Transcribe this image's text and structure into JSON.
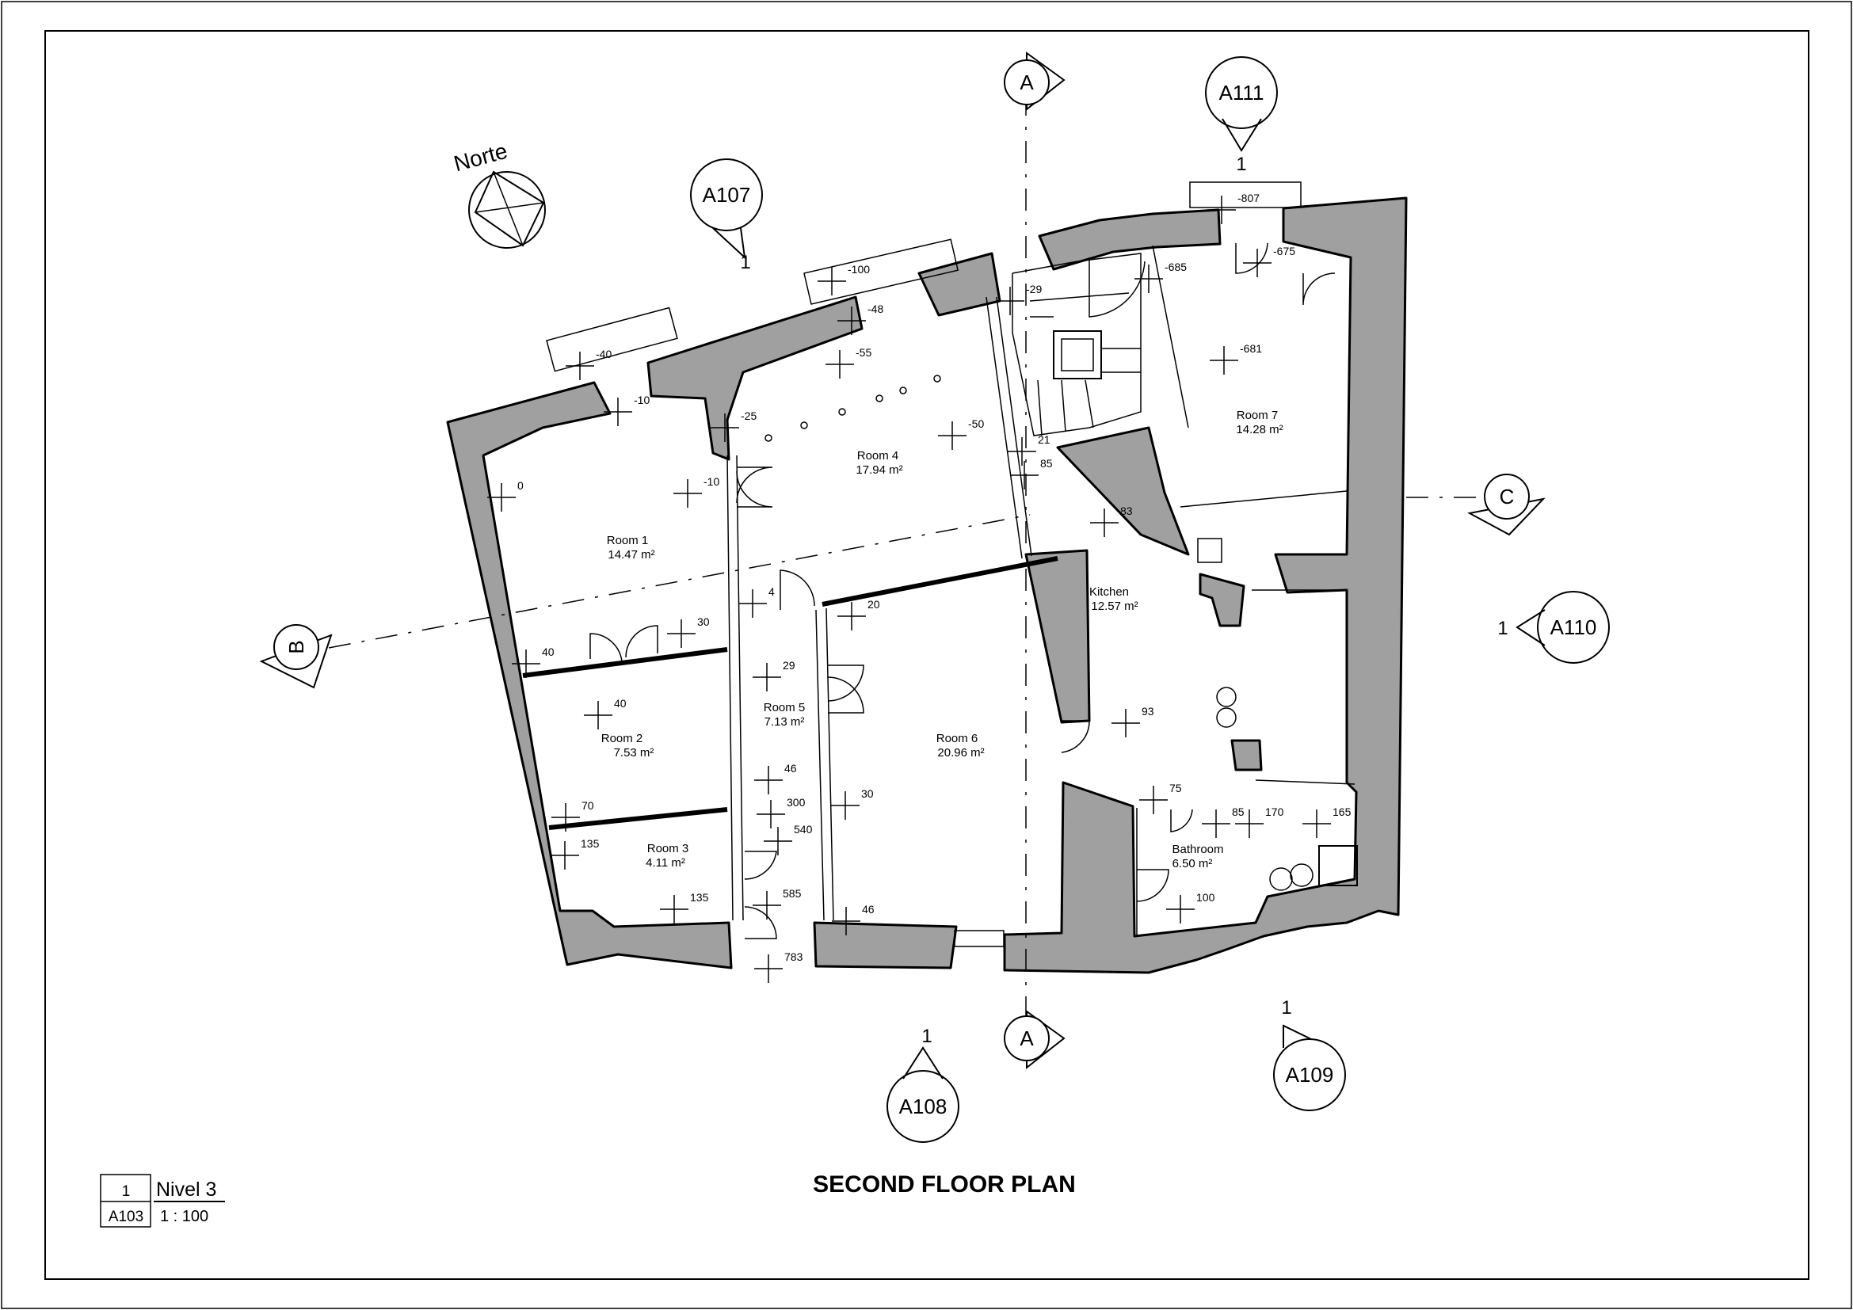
{
  "sheet": {
    "title": "SECOND FLOOR PLAN",
    "view_number": "1",
    "view_sheet": "A103",
    "view_name": "Nivel 3",
    "scale": "1 : 100",
    "north_label": "Norte"
  },
  "rooms": [
    {
      "name": "Room 1",
      "area": "14.47 m²"
    },
    {
      "name": "Room 2",
      "area": "7.53 m²"
    },
    {
      "name": "Room 3",
      "area": "4.11 m²"
    },
    {
      "name": "Room  4",
      "area": "17.94 m²"
    },
    {
      "name": "Room 5",
      "area": "7.13 m²"
    },
    {
      "name": "Room 6",
      "area": "20.96 m²"
    },
    {
      "name": "Room 7",
      "area": "14.28 m²"
    },
    {
      "name": "Kitchen",
      "area": "12.57 m²"
    },
    {
      "name": "Bathroom",
      "area": "6.50 m²"
    }
  ],
  "section_marks": [
    {
      "letter": "A"
    },
    {
      "letter": "A"
    },
    {
      "letter": "B"
    },
    {
      "letter": "C"
    }
  ],
  "elevation_tags": [
    {
      "sheet": "A107",
      "num": "1"
    },
    {
      "sheet": "A111",
      "num": "1"
    },
    {
      "sheet": "A110",
      "num": "1"
    },
    {
      "sheet": "A108",
      "num": "1"
    },
    {
      "sheet": "A109",
      "num": "1"
    }
  ],
  "levels": [
    "-40",
    "-10",
    "-100",
    "-48",
    "-55",
    "-25",
    "-50",
    "-10",
    "0",
    "-29",
    "-807",
    "-675",
    "-685",
    "-681",
    "21",
    "85",
    "83",
    "4",
    "30",
    "20",
    "40",
    "29",
    "40",
    "46",
    "300",
    "540",
    "70",
    "135",
    "30",
    "135",
    "585",
    "783",
    "46",
    "93",
    "75",
    "85",
    "170",
    "165",
    "100"
  ],
  "colors": {
    "wall": "#a0a0a0",
    "line": "#000000",
    "paper": "#ffffff"
  }
}
